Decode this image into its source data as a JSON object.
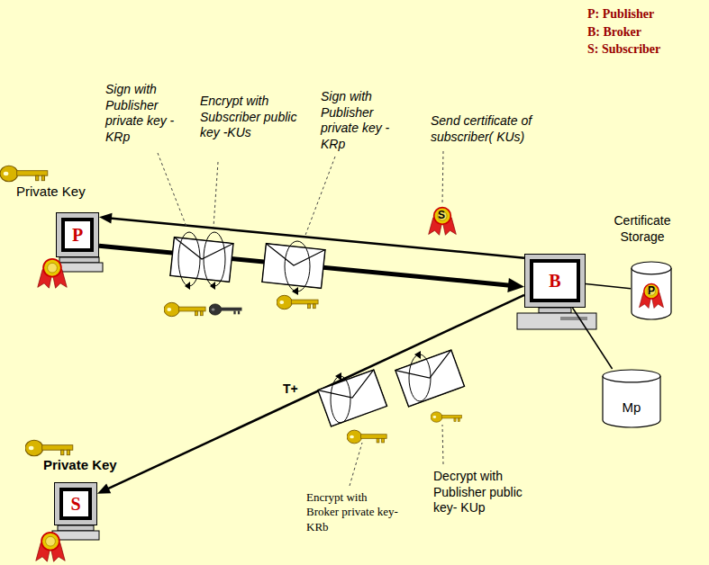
{
  "diagram": {
    "nodes": [
      {
        "text": [
          "P"
        ]
      },
      {
        "text": [
          "B"
        ]
      },
      {
        "text": [
          "Certificate Storage",
          "P"
        ]
      },
      {
        "text": [
          "Mp"
        ]
      },
      {
        "text": [
          "S"
        ]
      }
    ],
    "edges": [
      {
        "from": 0,
        "to": 1,
        "arrow": "to"
      },
      {
        "from": 1,
        "to": 0,
        "arrow": "to"
      },
      {
        "from": 1,
        "to": 4,
        "arrow": "to"
      },
      {
        "from": 1,
        "to": 2,
        "arrow": "none"
      },
      {
        "from": 1,
        "to": 3,
        "arrow": "none"
      }
    ],
    "labels": [
      "P: Publisher",
      "B: Broker",
      "S: Subscriber",
      "Sign with Publisher private key - KRp",
      "Encrypt with Subscriber public key -KUs",
      "Sign with Publisher private key - KRp",
      "Send certificate of subscriber( KUs)",
      "Private Key",
      "S",
      "T+",
      "Private Key",
      "Encrypt with Broker private key-KRb",
      "Decrypt with Publisher public key- KUp"
    ]
  }
}
